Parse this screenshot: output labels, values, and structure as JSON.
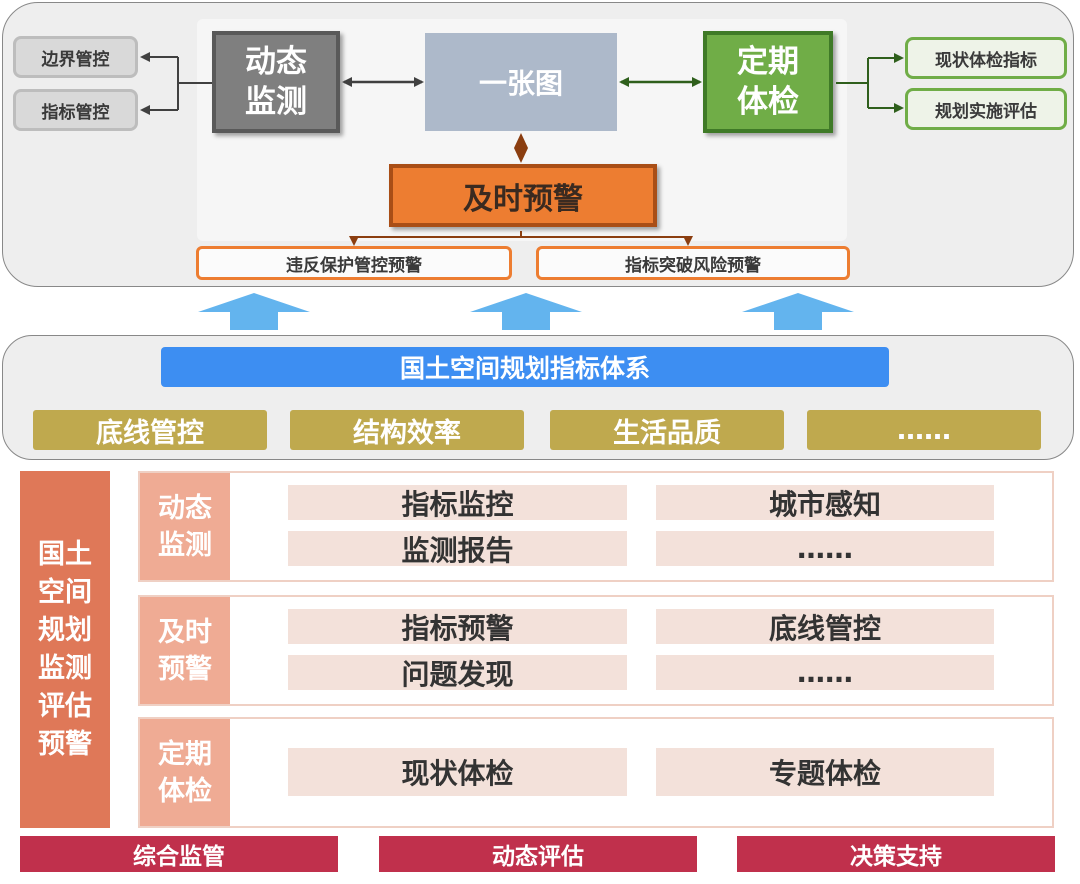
{
  "top": {
    "left_items": [
      "边界管控",
      "指标管控"
    ],
    "dynamic_monitor": [
      "动态",
      "监测"
    ],
    "one_map": "一张图",
    "periodic_check": [
      "定期",
      "体检"
    ],
    "right_items": [
      "现状体检指标",
      "规划实施评估"
    ],
    "timely_warning": "及时预警",
    "warning_outputs": [
      "违反保护管控预警",
      "指标突破风险预警"
    ]
  },
  "indicator_system": {
    "title": "国土空间规划指标体系",
    "categories": [
      "底线管控",
      "结构效率",
      "生活品质",
      "……"
    ]
  },
  "matrix": {
    "side_label": [
      "国土",
      "空间",
      "规划",
      "监测",
      "评估",
      "预警"
    ],
    "rows": [
      {
        "label": [
          "动态",
          "监测"
        ],
        "cells": [
          "指标监控",
          "城市感知",
          "监测报告",
          "……"
        ]
      },
      {
        "label": [
          "及时",
          "预警"
        ],
        "cells": [
          "指标预警",
          "底线管控",
          "问题发现",
          "……"
        ]
      },
      {
        "label": [
          "定期",
          "体检"
        ],
        "cells": [
          "现状体检",
          "专题体检"
        ]
      }
    ]
  },
  "footer": [
    "综合监管",
    "动态评估",
    "决策支持"
  ],
  "colors": {
    "gray_box": "#7f7f7f",
    "map_box": "#adb9ca",
    "green_box": "#70ad47",
    "orange_box": "#ed7d31",
    "blue_bar": "#3d8ef2",
    "olive": "#bfa94e",
    "arrow_blue": "#63b4ee",
    "matrix_label": "#df7858",
    "row_label": "#efab94",
    "cell_bg": "#f3e1da",
    "footer": "#c0304c"
  }
}
